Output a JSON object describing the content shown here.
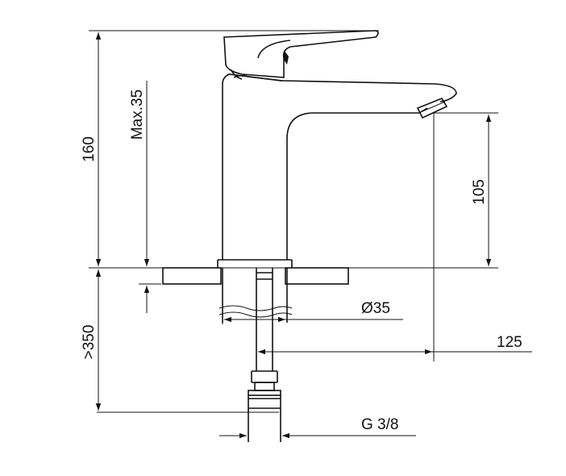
{
  "dimensions": {
    "overall_height": "160",
    "handle_clearance": "Max.35",
    "spout_height": "105",
    "below_deck": ">350",
    "body_diameter": "Ø35",
    "spout_reach": "125",
    "connection_thread": "G 3/8"
  }
}
